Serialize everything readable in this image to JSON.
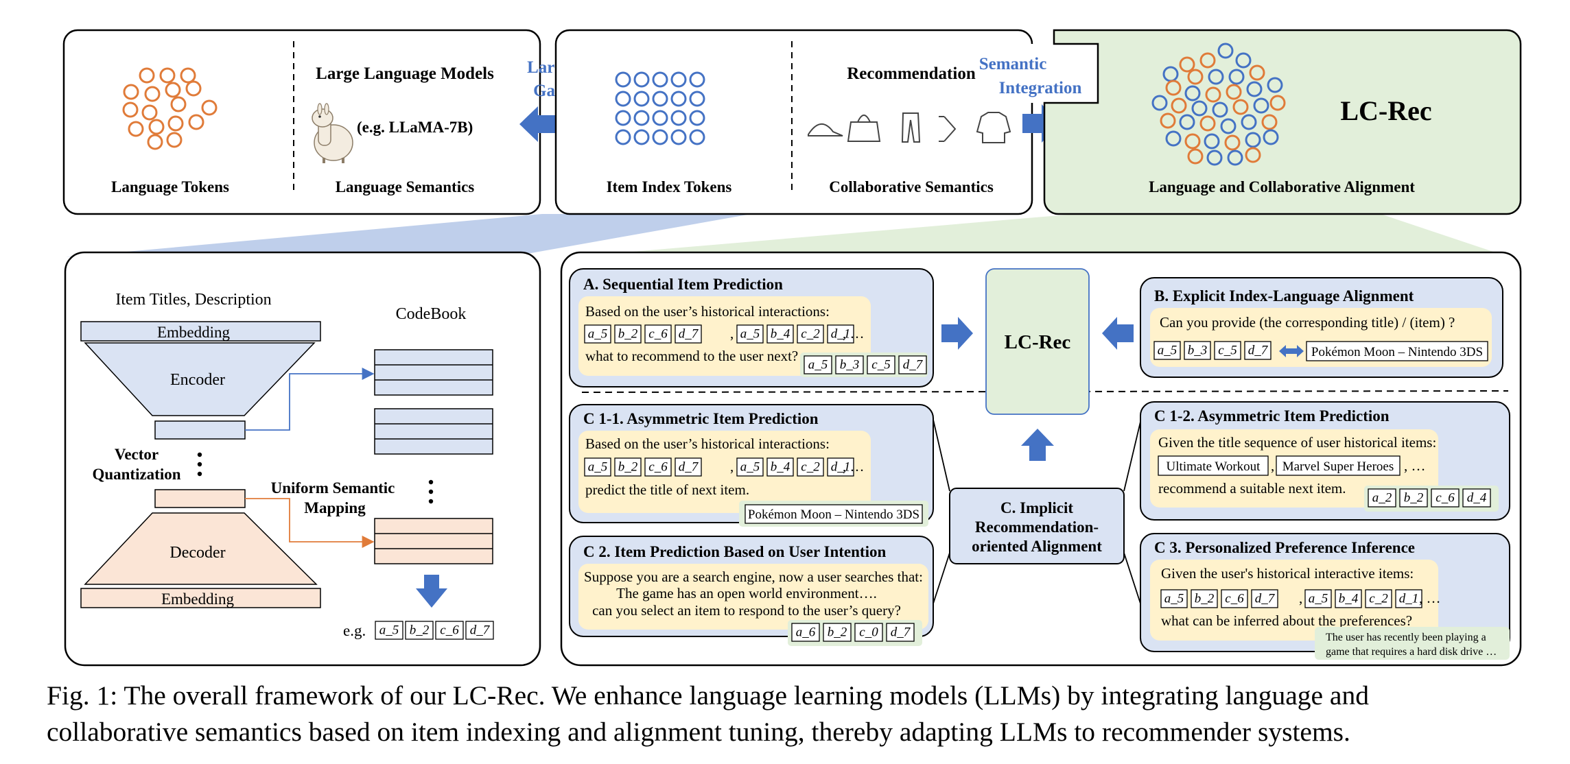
{
  "top": {
    "language_tokens": "Language Tokens",
    "llm_title": "Large Language Models",
    "llm_example": "(e.g. LLaMA-7B)",
    "language_semantics": "Language Semantics",
    "gap_line1": "Large",
    "gap_line2": "Gap",
    "item_index_tokens": "Item Index Tokens",
    "recommendation": "Recommendation",
    "collaborative_semantics": "Collaborative Semantics",
    "integration_line1": "Semantic",
    "integration_line2": "Integration",
    "lcrec": "LC-Rec",
    "alignment": "Language and Collaborative Alignment"
  },
  "indexing": {
    "item_titles": "Item Titles, Description",
    "codebook": "CodeBook",
    "embedding_top": "Embedding",
    "encoder": "Encoder",
    "vq_line1": "Vector",
    "vq_line2": "Quantization",
    "usm_line1": "Uniform Semantic",
    "usm_line2": "Mapping",
    "decoder": "Decoder",
    "embedding_bottom": "Embedding",
    "eg": "e.g.",
    "eg_tokens": [
      "a_5",
      "b_2",
      "c_6",
      "d_7"
    ]
  },
  "alignment": {
    "center": "LC-Rec",
    "A": {
      "title": "A. Sequential Item Prediction",
      "line1": "Based on the user’s historical interactions:",
      "tokens1": [
        "a_5",
        "b_2",
        "c_6",
        "d_7"
      ],
      "tokens2": [
        "a_5",
        "b_4",
        "c_2",
        "d_1"
      ],
      "ellipsis": ", …",
      "line2": "what to recommend to the user next?",
      "answer": [
        "a_5",
        "b_3",
        "c_5",
        "d_7"
      ]
    },
    "B": {
      "title": "B. Explicit Index-Language Alignment",
      "line1": "Can you provide (the corresponding title) / (item) ?",
      "tokens": [
        "a_5",
        "b_3",
        "c_5",
        "d_7"
      ],
      "answer": "Pokémon Moon – Nintendo 3DS"
    },
    "C11": {
      "title": "C 1-1. Asymmetric Item Prediction",
      "line1": "Based on the user’s historical interactions:",
      "tokens1": [
        "a_5",
        "b_2",
        "c_6",
        "d_7"
      ],
      "tokens2": [
        "a_5",
        "b_4",
        "c_2",
        "d_1"
      ],
      "ellipsis": ", …",
      "line2": "predict the title of next item.",
      "answer": "Pokémon Moon – Nintendo 3DS"
    },
    "C12": {
      "title": "C 1-2. Asymmetric Item Prediction",
      "line1": "Given the title sequence of user historical items:",
      "item1": "Ultimate Workout",
      "item2": "Marvel Super Heroes",
      "ellipsis": ", …",
      "line2": "recommend a suitable next item.",
      "answer": [
        "a_2",
        "b_2",
        "c_6",
        "d_4"
      ]
    },
    "C2": {
      "title": "C 2. Item Prediction Based on User Intention",
      "line1": "Suppose you are a search engine, now a user searches that:",
      "line2": "The game has an open world environment….",
      "line3": "can you select an item to respond to the user’s query?",
      "answer": [
        "a_6",
        "b_2",
        "c_0",
        "d_7"
      ]
    },
    "C3": {
      "title": "C 3. Personalized Preference Inference",
      "line1": "Given the user's historical interactive items:",
      "tokens1": [
        "a_5",
        "b_2",
        "c_6",
        "d_7"
      ],
      "tokens2": [
        "a_5",
        "b_4",
        "c_2",
        "d_1"
      ],
      "ellipsis": ", …",
      "line2": "what can be inferred about the preferences?",
      "answer_line1": "The user has recently been playing a",
      "answer_line2": "game that requires a hard disk drive …"
    },
    "implicit_line1": "C. Implicit",
    "implicit_line2": "Recommendation-",
    "implicit_line3": "oriented Alignment"
  },
  "caption": {
    "line1": "Fig. 1: The overall framework of our LC-Rec. We enhance language learning models (LLMs) by integrating language and",
    "line2": "collaborative semantics based on item indexing and alignment tuning, thereby adapting LLMs to recommender systems."
  },
  "colors": {
    "orange": "#e07b39",
    "blue": "#4472c4",
    "panel_blue": "#dae3f3",
    "panel_green": "#e2efda",
    "prompt_yellow": "#fff2cc",
    "decoder_peach": "#fbe5d6",
    "arrow_blue": "#4472c4"
  }
}
